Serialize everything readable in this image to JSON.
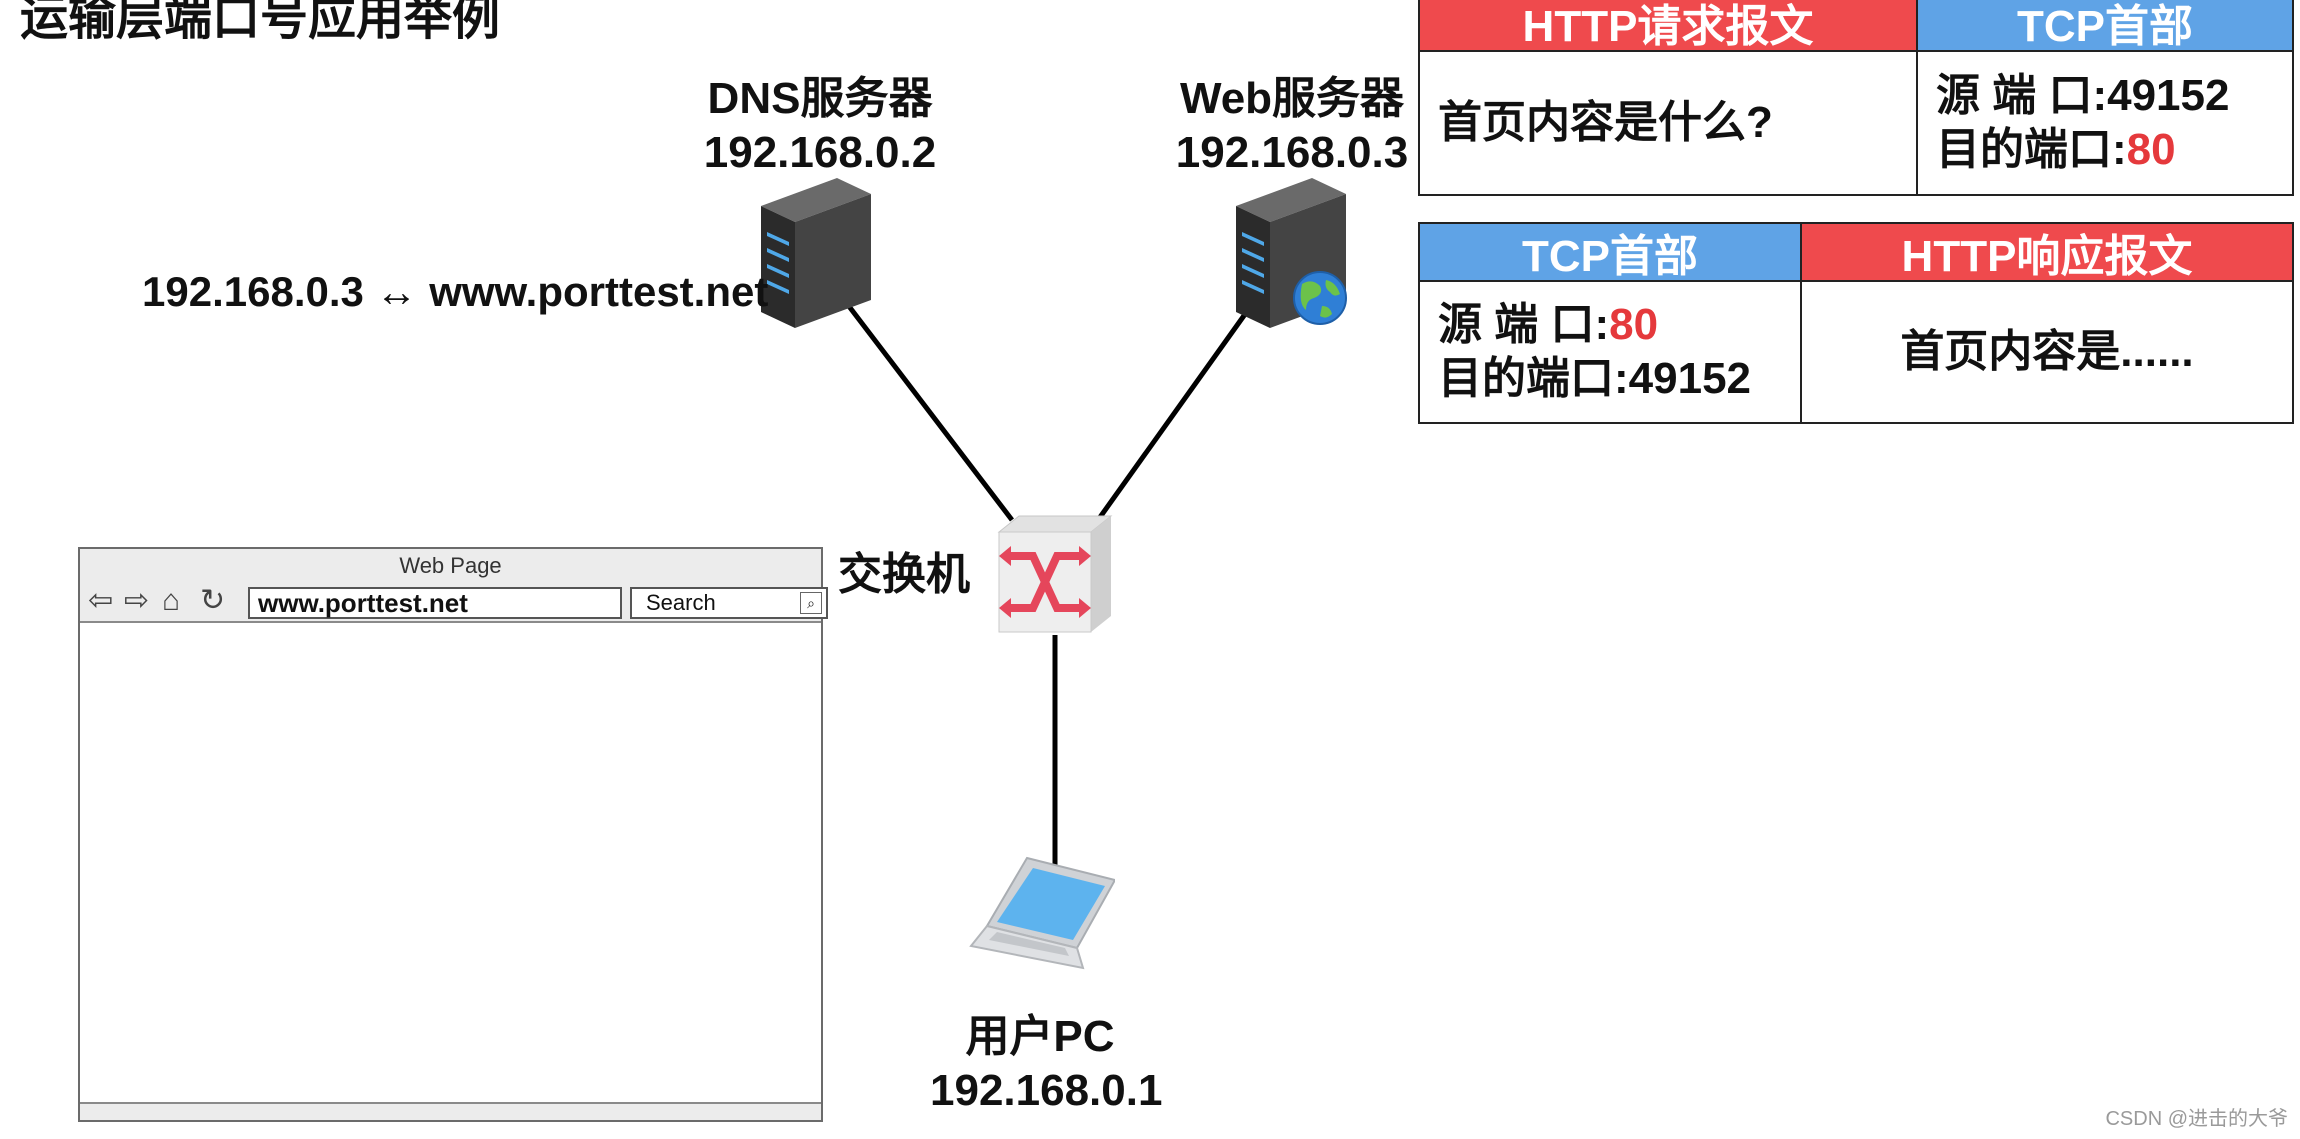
{
  "title": "运输层端口号应用举例",
  "dns_server": {
    "name": "DNS服务器",
    "ip": "192.168.0.2"
  },
  "web_server": {
    "name": "Web服务器",
    "ip": "192.168.0.3"
  },
  "switch": {
    "name": "交换机"
  },
  "user_pc": {
    "name": "用户PC",
    "ip": "192.168.0.1"
  },
  "dns_mapping": "192.168.0.3 ↔ www.porttest.net",
  "request_packet": {
    "http_header": "HTTP请求报文",
    "http_content": "首页内容是什么?",
    "tcp_header": "TCP首部",
    "src_label": "源 端 口:",
    "src_port": "49152",
    "dst_label": "目的端口:",
    "dst_port": "80"
  },
  "response_packet": {
    "tcp_header": "TCP首部",
    "src_label": "源 端 口:",
    "src_port": "80",
    "dst_label": "目的端口:",
    "dst_port": "49152",
    "http_header": "HTTP响应报文",
    "http_content": "首页内容是......"
  },
  "browser": {
    "title": "Web Page",
    "url": "www.porttest.net",
    "search_label": "Search"
  },
  "colors": {
    "red": "#ef4a4d",
    "blue": "#5fa3e6"
  },
  "watermark": "CSDN @进击的大爷"
}
